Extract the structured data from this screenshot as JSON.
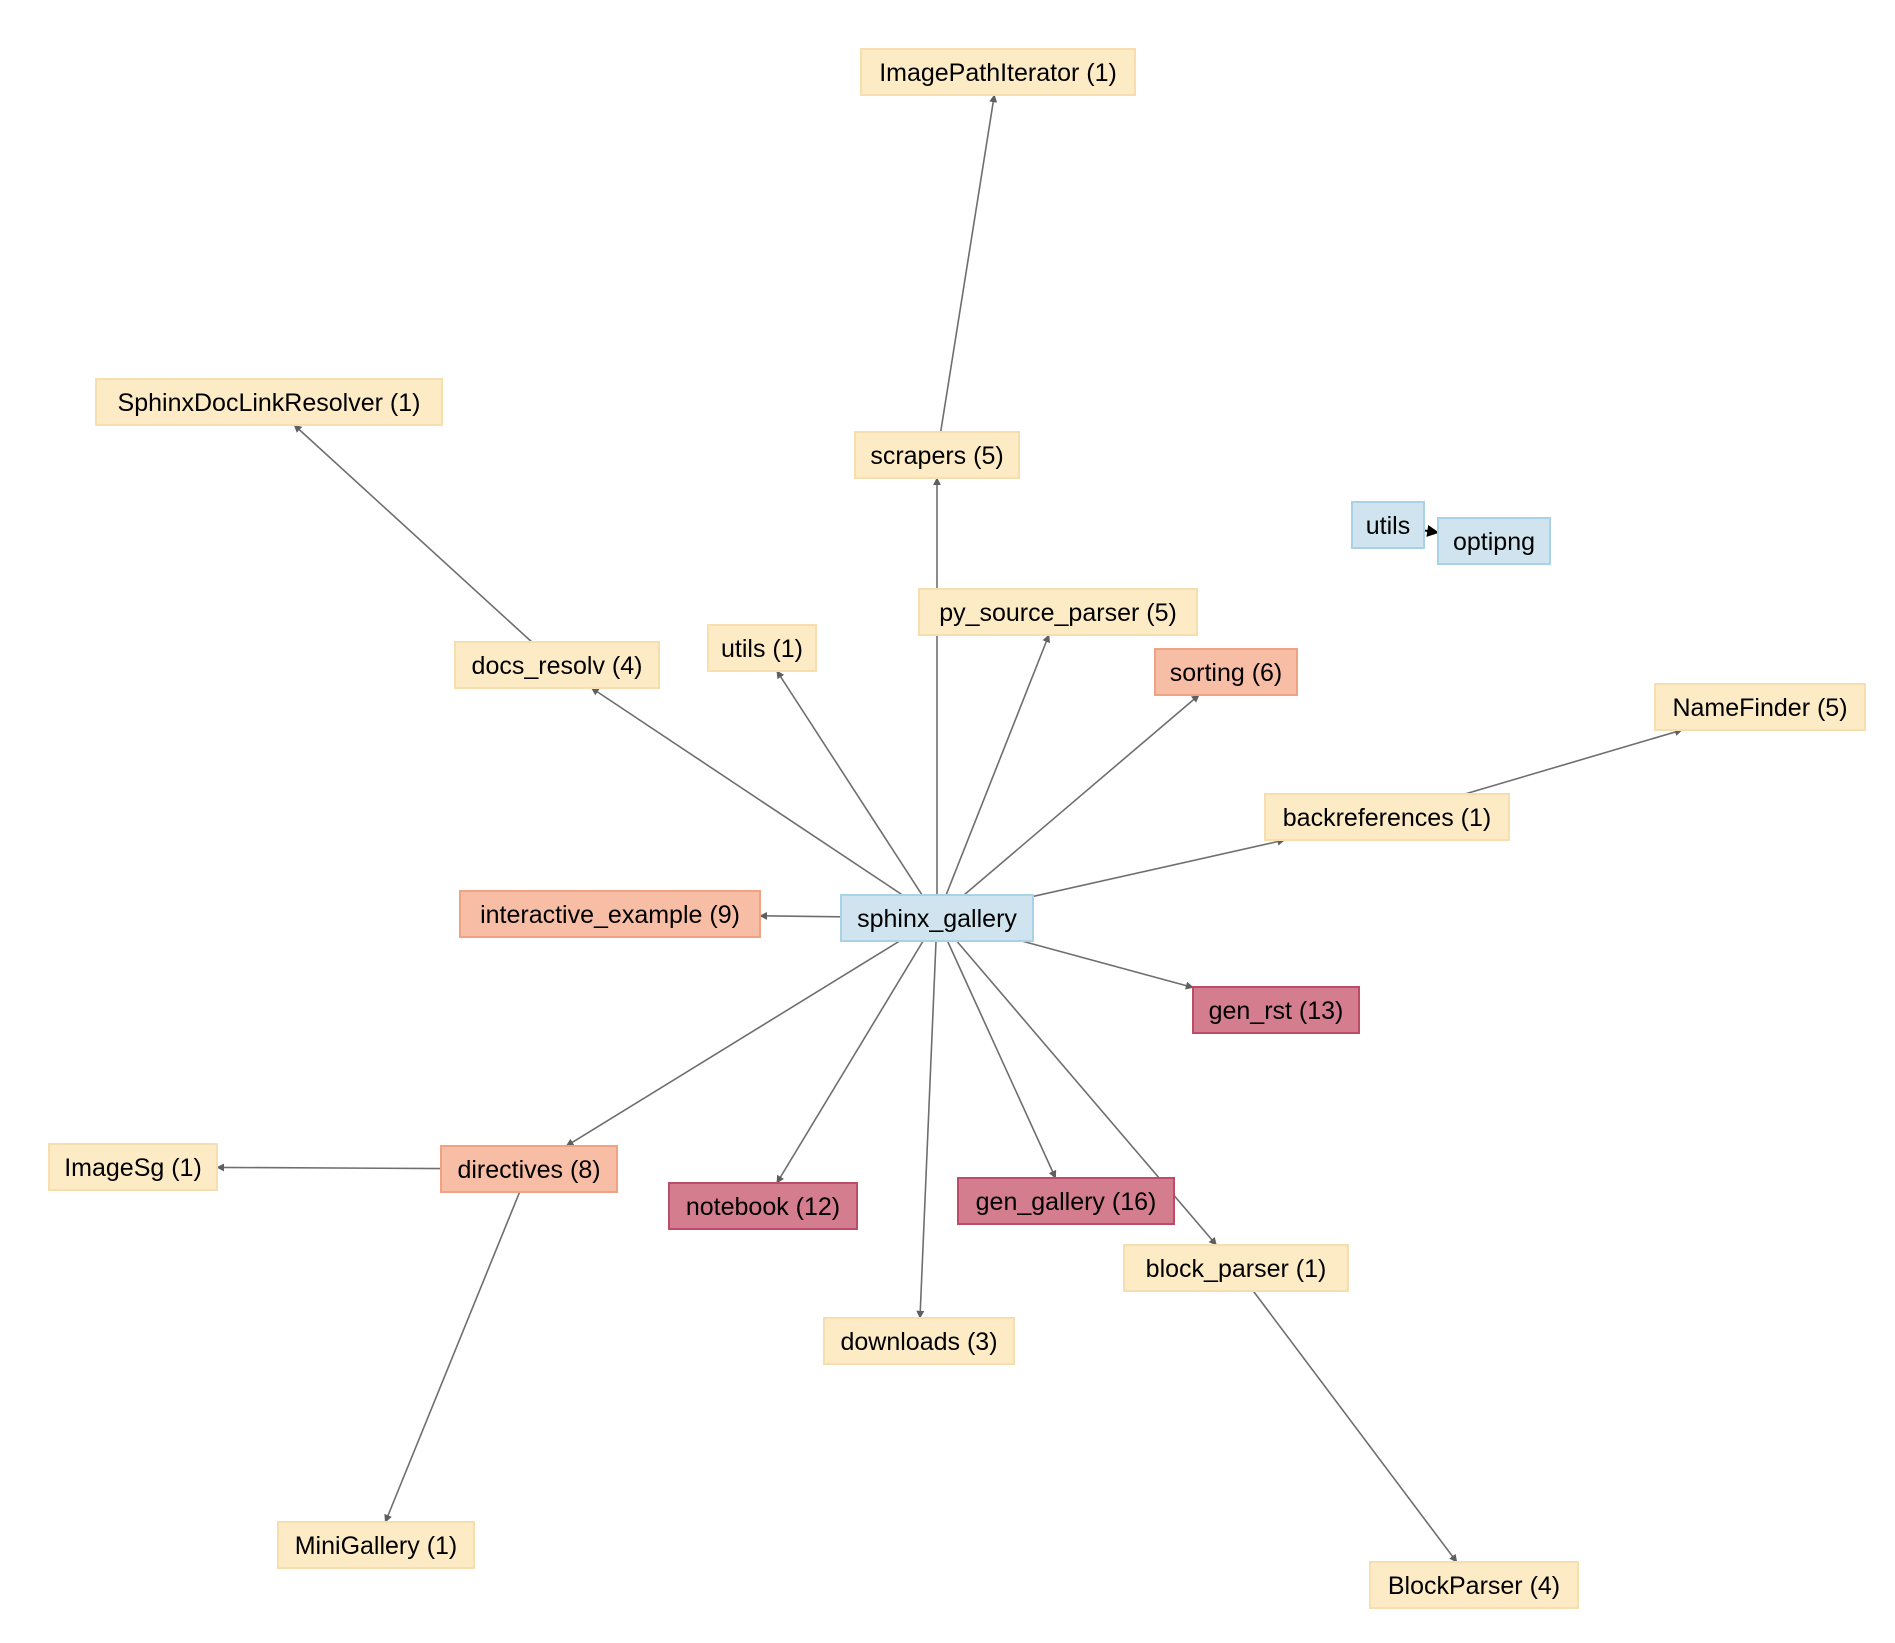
{
  "diagram": {
    "palette": {
      "blue": {
        "fill": "#d0e4ef",
        "stroke": "#a9d2e6"
      },
      "yellow": {
        "fill": "#fdebc6",
        "stroke": "#f6deae"
      },
      "orange": {
        "fill": "#f8bda5",
        "stroke": "#f0a383"
      },
      "red": {
        "fill": "#d37d8e",
        "stroke": "#bc4c68"
      }
    },
    "nodes": [
      {
        "id": "sphinx_gallery",
        "label": "sphinx_gallery",
        "color": "blue"
      },
      {
        "id": "ImagePathIterator",
        "label": "ImagePathIterator (1)",
        "color": "yellow"
      },
      {
        "id": "SphinxDocLinkResolver",
        "label": "SphinxDocLinkResolver (1)",
        "color": "yellow"
      },
      {
        "id": "scrapers",
        "label": "scrapers (5)",
        "color": "yellow"
      },
      {
        "id": "utils_iso",
        "label": "utils",
        "color": "blue"
      },
      {
        "id": "optipng",
        "label": "optipng",
        "color": "blue"
      },
      {
        "id": "py_source_parser",
        "label": "py_source_parser (5)",
        "color": "yellow"
      },
      {
        "id": "utils1",
        "label": "utils (1)",
        "color": "yellow"
      },
      {
        "id": "docs_resolv",
        "label": "docs_resolv (4)",
        "color": "yellow"
      },
      {
        "id": "sorting",
        "label": "sorting (6)",
        "color": "orange"
      },
      {
        "id": "NameFinder",
        "label": "NameFinder (5)",
        "color": "yellow"
      },
      {
        "id": "backreferences",
        "label": "backreferences (1)",
        "color": "yellow"
      },
      {
        "id": "interactive_example",
        "label": "interactive_example (9)",
        "color": "orange"
      },
      {
        "id": "gen_rst",
        "label": "gen_rst (13)",
        "color": "red"
      },
      {
        "id": "ImageSg",
        "label": "ImageSg (1)",
        "color": "yellow"
      },
      {
        "id": "directives",
        "label": "directives (8)",
        "color": "orange"
      },
      {
        "id": "notebook",
        "label": "notebook (12)",
        "color": "red"
      },
      {
        "id": "gen_gallery",
        "label": "gen_gallery (16)",
        "color": "red"
      },
      {
        "id": "block_parser",
        "label": "block_parser (1)",
        "color": "yellow"
      },
      {
        "id": "downloads",
        "label": "downloads (3)",
        "color": "yellow"
      },
      {
        "id": "MiniGallery",
        "label": "MiniGallery (1)",
        "color": "yellow"
      },
      {
        "id": "BlockParser",
        "label": "BlockParser (4)",
        "color": "yellow"
      }
    ],
    "edges": [
      {
        "from": "scrapers",
        "to": "ImagePathIterator"
      },
      {
        "from": "docs_resolv",
        "to": "SphinxDocLinkResolver"
      },
      {
        "from": "sphinx_gallery",
        "to": "scrapers"
      },
      {
        "from": "sphinx_gallery",
        "to": "docs_resolv"
      },
      {
        "from": "sphinx_gallery",
        "to": "utils1"
      },
      {
        "from": "sphinx_gallery",
        "to": "py_source_parser"
      },
      {
        "from": "sphinx_gallery",
        "to": "sorting"
      },
      {
        "from": "sphinx_gallery",
        "to": "backreferences"
      },
      {
        "from": "backreferences",
        "to": "NameFinder"
      },
      {
        "from": "sphinx_gallery",
        "to": "interactive_example"
      },
      {
        "from": "sphinx_gallery",
        "to": "gen_rst"
      },
      {
        "from": "sphinx_gallery",
        "to": "directives"
      },
      {
        "from": "directives",
        "to": "ImageSg"
      },
      {
        "from": "directives",
        "to": "MiniGallery"
      },
      {
        "from": "sphinx_gallery",
        "to": "notebook"
      },
      {
        "from": "sphinx_gallery",
        "to": "downloads"
      },
      {
        "from": "sphinx_gallery",
        "to": "gen_gallery"
      },
      {
        "from": "sphinx_gallery",
        "to": "block_parser"
      },
      {
        "from": "block_parser",
        "to": "BlockParser"
      },
      {
        "from": "utils_iso",
        "to": "optipng",
        "style": "dark"
      }
    ]
  }
}
